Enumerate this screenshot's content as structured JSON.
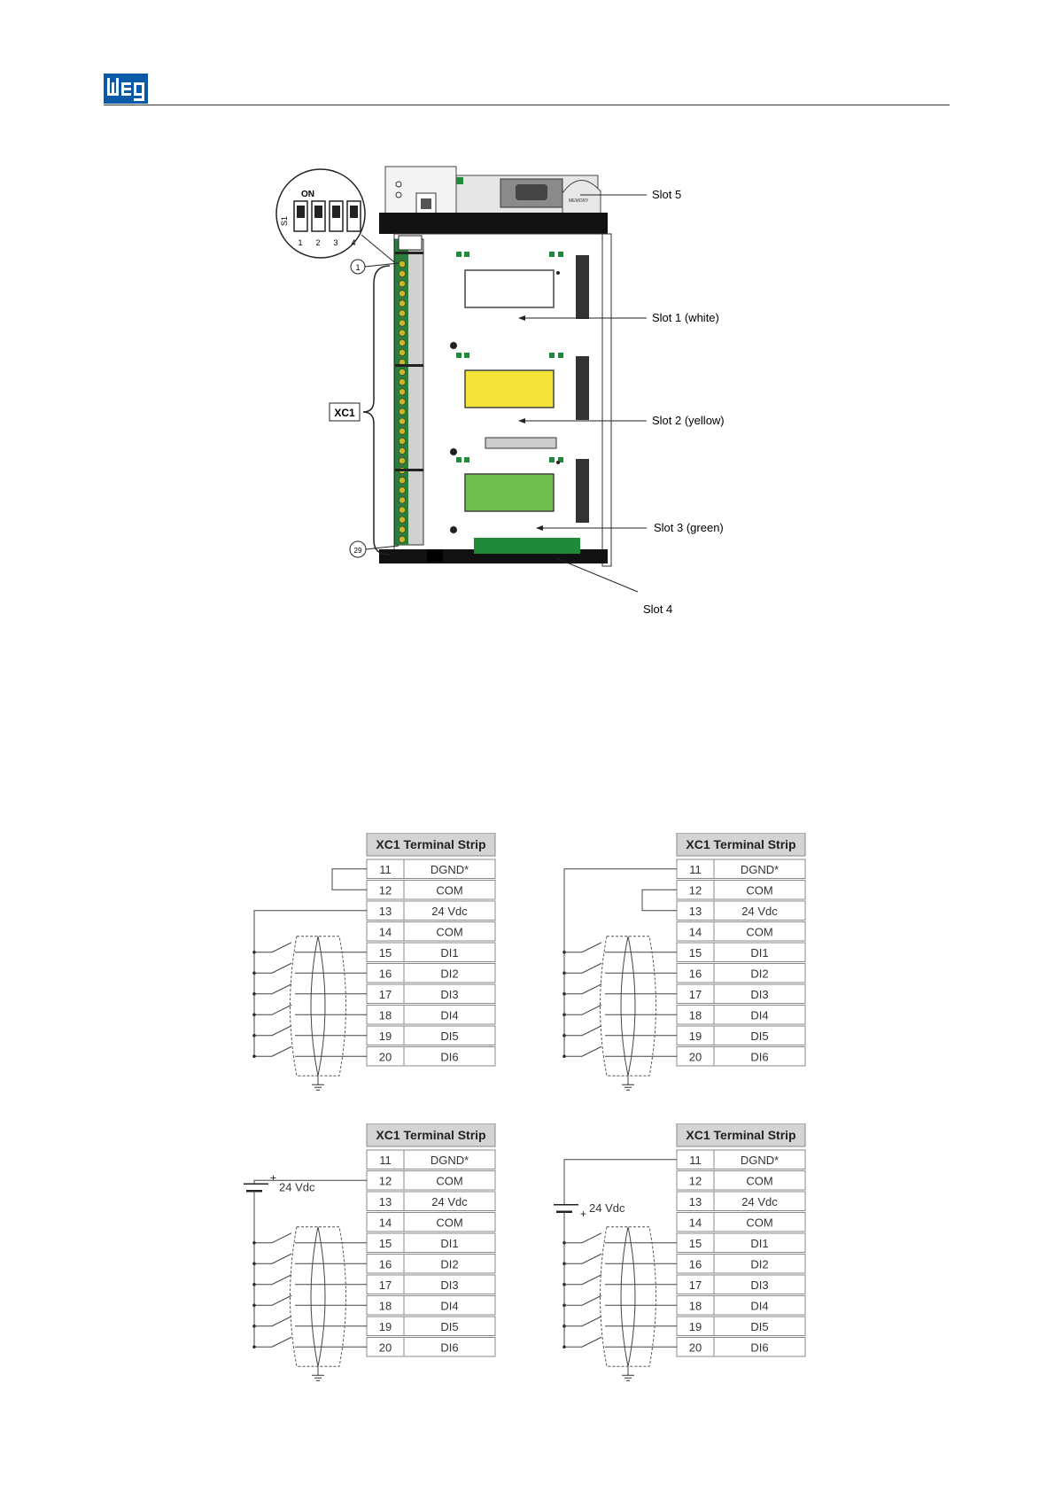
{
  "logo": {
    "text": "WEG",
    "color": "#0b5aa8"
  },
  "board": {
    "callout_dip": {
      "on_label": "ON",
      "switch_label": "S1",
      "numbers": [
        "1",
        "2",
        "3",
        "4"
      ]
    },
    "pin_first": "1",
    "pin_last": "29",
    "xc1_label": "XC1",
    "slots": {
      "slot5": "Slot 5",
      "slot1": "Slot 1 (white)",
      "slot2": "Slot 2 (yellow)",
      "slot3": "Slot 3 (green)",
      "slot4": "Slot 4"
    },
    "colors": {
      "yellow": "#f4e43a",
      "green": "#6cbf4c",
      "dark_green": "#1e8a3a",
      "terminal": "#c9b825"
    }
  },
  "wiring": [
    {
      "title": "XC1 Terminal Strip",
      "rows": [
        [
          "11",
          "DGND*"
        ],
        [
          "12",
          "COM"
        ],
        [
          "13",
          "24 Vdc"
        ],
        [
          "14",
          "COM"
        ],
        [
          "15",
          "DI1"
        ],
        [
          "16",
          "DI2"
        ],
        [
          "17",
          "DI3"
        ],
        [
          "18",
          "DI4"
        ],
        [
          "19",
          "DI5"
        ],
        [
          "20",
          "DI6"
        ]
      ],
      "supply_label": ""
    },
    {
      "title": "XC1 Terminal Strip",
      "rows": [
        [
          "11",
          "DGND*"
        ],
        [
          "12",
          "COM"
        ],
        [
          "13",
          "24 Vdc"
        ],
        [
          "14",
          "COM"
        ],
        [
          "15",
          "DI1"
        ],
        [
          "16",
          "DI2"
        ],
        [
          "17",
          "DI3"
        ],
        [
          "18",
          "DI4"
        ],
        [
          "19",
          "DI5"
        ],
        [
          "20",
          "DI6"
        ]
      ],
      "supply_label": ""
    },
    {
      "title": "XC1 Terminal Strip",
      "rows": [
        [
          "11",
          "DGND*"
        ],
        [
          "12",
          "COM"
        ],
        [
          "13",
          "24 Vdc"
        ],
        [
          "14",
          "COM"
        ],
        [
          "15",
          "DI1"
        ],
        [
          "16",
          "DI2"
        ],
        [
          "17",
          "DI3"
        ],
        [
          "18",
          "DI4"
        ],
        [
          "19",
          "DI5"
        ],
        [
          "20",
          "DI6"
        ]
      ],
      "supply_label": "24 Vdc",
      "plus_sign": "+"
    },
    {
      "title": "XC1 Terminal Strip",
      "rows": [
        [
          "11",
          "DGND*"
        ],
        [
          "12",
          "COM"
        ],
        [
          "13",
          "24 Vdc"
        ],
        [
          "14",
          "COM"
        ],
        [
          "15",
          "DI1"
        ],
        [
          "16",
          "DI2"
        ],
        [
          "17",
          "DI3"
        ],
        [
          "18",
          "DI4"
        ],
        [
          "19",
          "DI5"
        ],
        [
          "20",
          "DI6"
        ]
      ],
      "supply_label": "24 Vdc",
      "plus_sign": "+"
    }
  ]
}
